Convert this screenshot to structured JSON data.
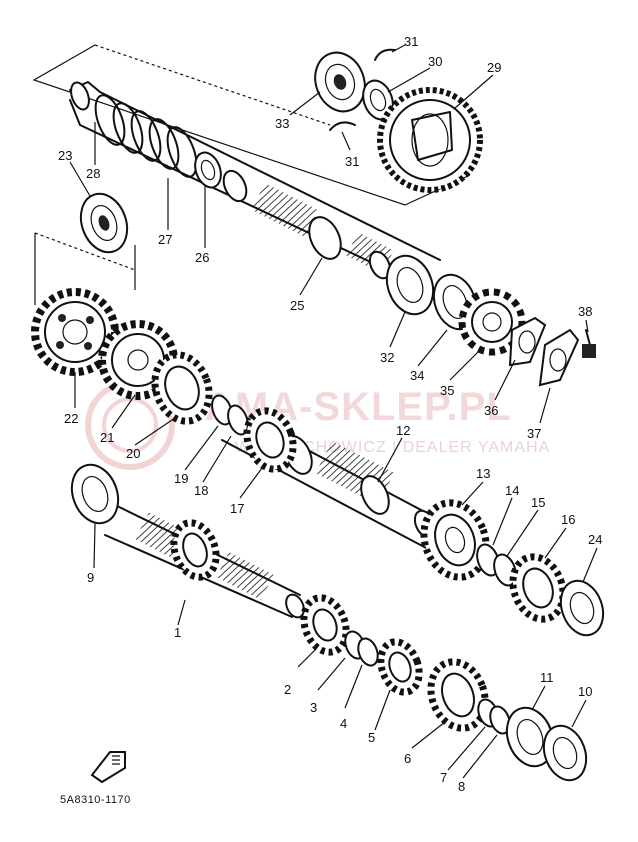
{
  "diagram": {
    "reference_code": "5A8310-1170",
    "watermark": {
      "main": "AMA-SKLEP.PL",
      "sub": "WOJCIECHOWICZ | DEALER YAMAHA"
    },
    "parts": [
      {
        "key": "p1",
        "label": "1"
      },
      {
        "key": "p2",
        "label": "2"
      },
      {
        "key": "p3",
        "label": "3"
      },
      {
        "key": "p4",
        "label": "4"
      },
      {
        "key": "p5",
        "label": "5"
      },
      {
        "key": "p6",
        "label": "6"
      },
      {
        "key": "p7",
        "label": "7"
      },
      {
        "key": "p8",
        "label": "8"
      },
      {
        "key": "p9",
        "label": "9"
      },
      {
        "key": "p10",
        "label": "10"
      },
      {
        "key": "p11",
        "label": "11"
      },
      {
        "key": "p12",
        "label": "12"
      },
      {
        "key": "p13",
        "label": "13"
      },
      {
        "key": "p14",
        "label": "14"
      },
      {
        "key": "p15",
        "label": "15"
      },
      {
        "key": "p16",
        "label": "16"
      },
      {
        "key": "p17",
        "label": "17"
      },
      {
        "key": "p18",
        "label": "18"
      },
      {
        "key": "p19",
        "label": "19"
      },
      {
        "key": "p20",
        "label": "20"
      },
      {
        "key": "p21",
        "label": "21"
      },
      {
        "key": "p22",
        "label": "22"
      },
      {
        "key": "p23",
        "label": "23"
      },
      {
        "key": "p24",
        "label": "24"
      },
      {
        "key": "p25",
        "label": "25"
      },
      {
        "key": "p26",
        "label": "26"
      },
      {
        "key": "p27",
        "label": "27"
      },
      {
        "key": "p28",
        "label": "28"
      },
      {
        "key": "p29",
        "label": "29"
      },
      {
        "key": "p30",
        "label": "30"
      },
      {
        "key": "p31a",
        "label": "31"
      },
      {
        "key": "p31b",
        "label": "31"
      },
      {
        "key": "p32",
        "label": "32"
      },
      {
        "key": "p33",
        "label": "33"
      },
      {
        "key": "p34",
        "label": "34"
      },
      {
        "key": "p35",
        "label": "35"
      },
      {
        "key": "p36",
        "label": "36"
      },
      {
        "key": "p37",
        "label": "37"
      },
      {
        "key": "p38",
        "label": "38"
      }
    ]
  }
}
